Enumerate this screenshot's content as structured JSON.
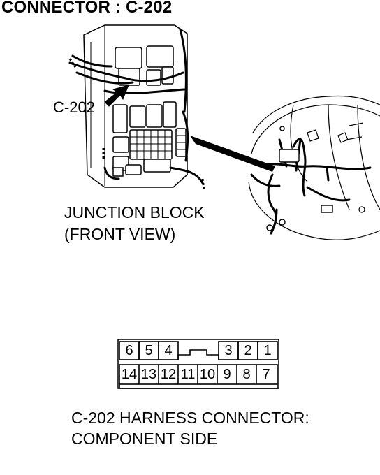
{
  "title": "CONNECTOR : C-202",
  "callout_label": "C-202",
  "junction_block": {
    "line1": "JUNCTION BLOCK",
    "line2": "(FRONT VIEW)"
  },
  "connector": {
    "top_row": [
      "6",
      "5",
      "4",
      "",
      "3",
      "2",
      "1"
    ],
    "bottom_row": [
      "14",
      "13",
      "12",
      "11",
      "10",
      "9",
      "8",
      "7"
    ]
  },
  "caption": {
    "line1": "C-202 HARNESS CONNECTOR:",
    "line2": "COMPONENT SIDE"
  }
}
